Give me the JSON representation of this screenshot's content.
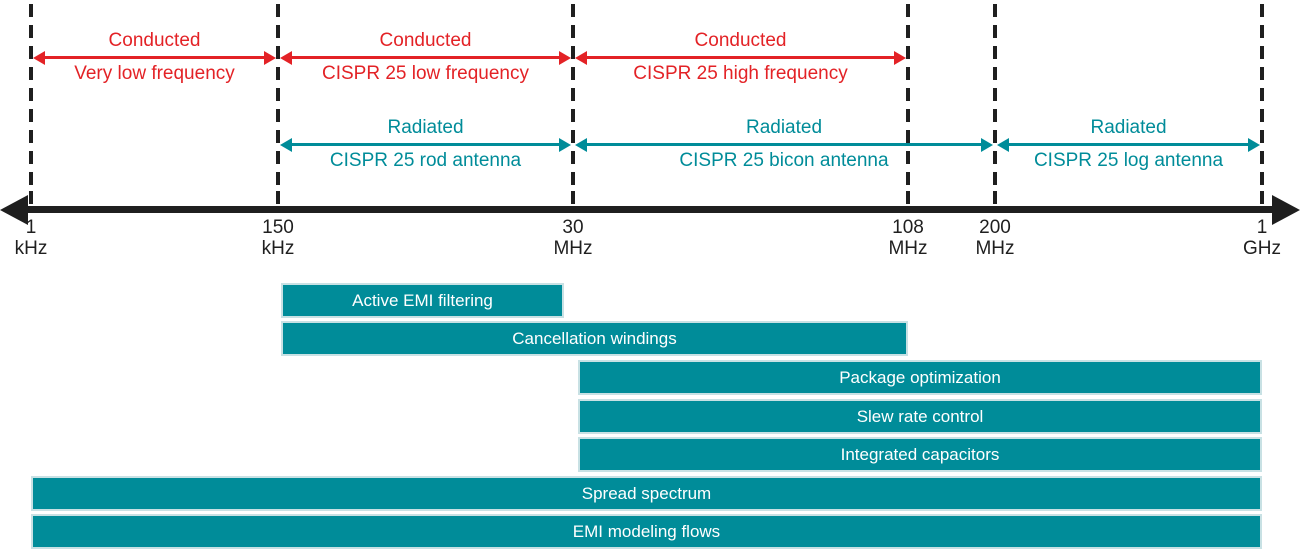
{
  "colors": {
    "conducted_red": "#e32226",
    "radiated_teal": "#008c99",
    "axis_black": "#1f1f1f",
    "bar_fill": "#008c99",
    "bar_text": "#ffffff"
  },
  "conducted_arrows": [
    {
      "line1": "Conducted",
      "line2": "Very low frequency",
      "span_from": "1 kHz",
      "span_to": "150 kHz"
    },
    {
      "line1": "Conducted",
      "line2": "CISPR 25 low frequency",
      "span_from": "150 kHz",
      "span_to": "30 MHz"
    },
    {
      "line1": "Conducted",
      "line2": "CISPR 25 high frequency",
      "span_from": "30 MHz",
      "span_to": "108 MHz"
    }
  ],
  "radiated_arrows": [
    {
      "line1": "Radiated",
      "line2": "CISPR 25 rod antenna",
      "span_from": "150 kHz",
      "span_to": "30 MHz"
    },
    {
      "line1": "Radiated",
      "line2": "CISPR 25 bicon antenna",
      "span_from": "30 MHz",
      "span_to": "200 MHz"
    },
    {
      "line1": "Radiated",
      "line2": "CISPR 25 log antenna",
      "span_from": "200 MHz",
      "span_to": "1 GHz"
    }
  ],
  "axis_labels": [
    {
      "value": "1",
      "unit": "kHz"
    },
    {
      "value": "150",
      "unit": "kHz"
    },
    {
      "value": "30",
      "unit": "MHz"
    },
    {
      "value": "108",
      "unit": "MHz"
    },
    {
      "value": "200",
      "unit": "MHz"
    },
    {
      "value": "1",
      "unit": "GHz"
    }
  ],
  "bars": [
    {
      "label": "Active EMI filtering",
      "span_from": "150 kHz",
      "span_to": "30 MHz"
    },
    {
      "label": "Cancellation windings",
      "span_from": "150 kHz",
      "span_to": "108 MHz"
    },
    {
      "label": "Package optimization",
      "span_from": "30 MHz",
      "span_to": "1 GHz"
    },
    {
      "label": "Slew rate control",
      "span_from": "30 MHz",
      "span_to": "1 GHz"
    },
    {
      "label": "Integrated capacitors",
      "span_from": "30 MHz",
      "span_to": "1 GHz"
    },
    {
      "label": "Spread spectrum",
      "span_from": "1 kHz",
      "span_to": "1 GHz"
    },
    {
      "label": "EMI modeling flows",
      "span_from": "1 kHz",
      "span_to": "1 GHz"
    }
  ]
}
